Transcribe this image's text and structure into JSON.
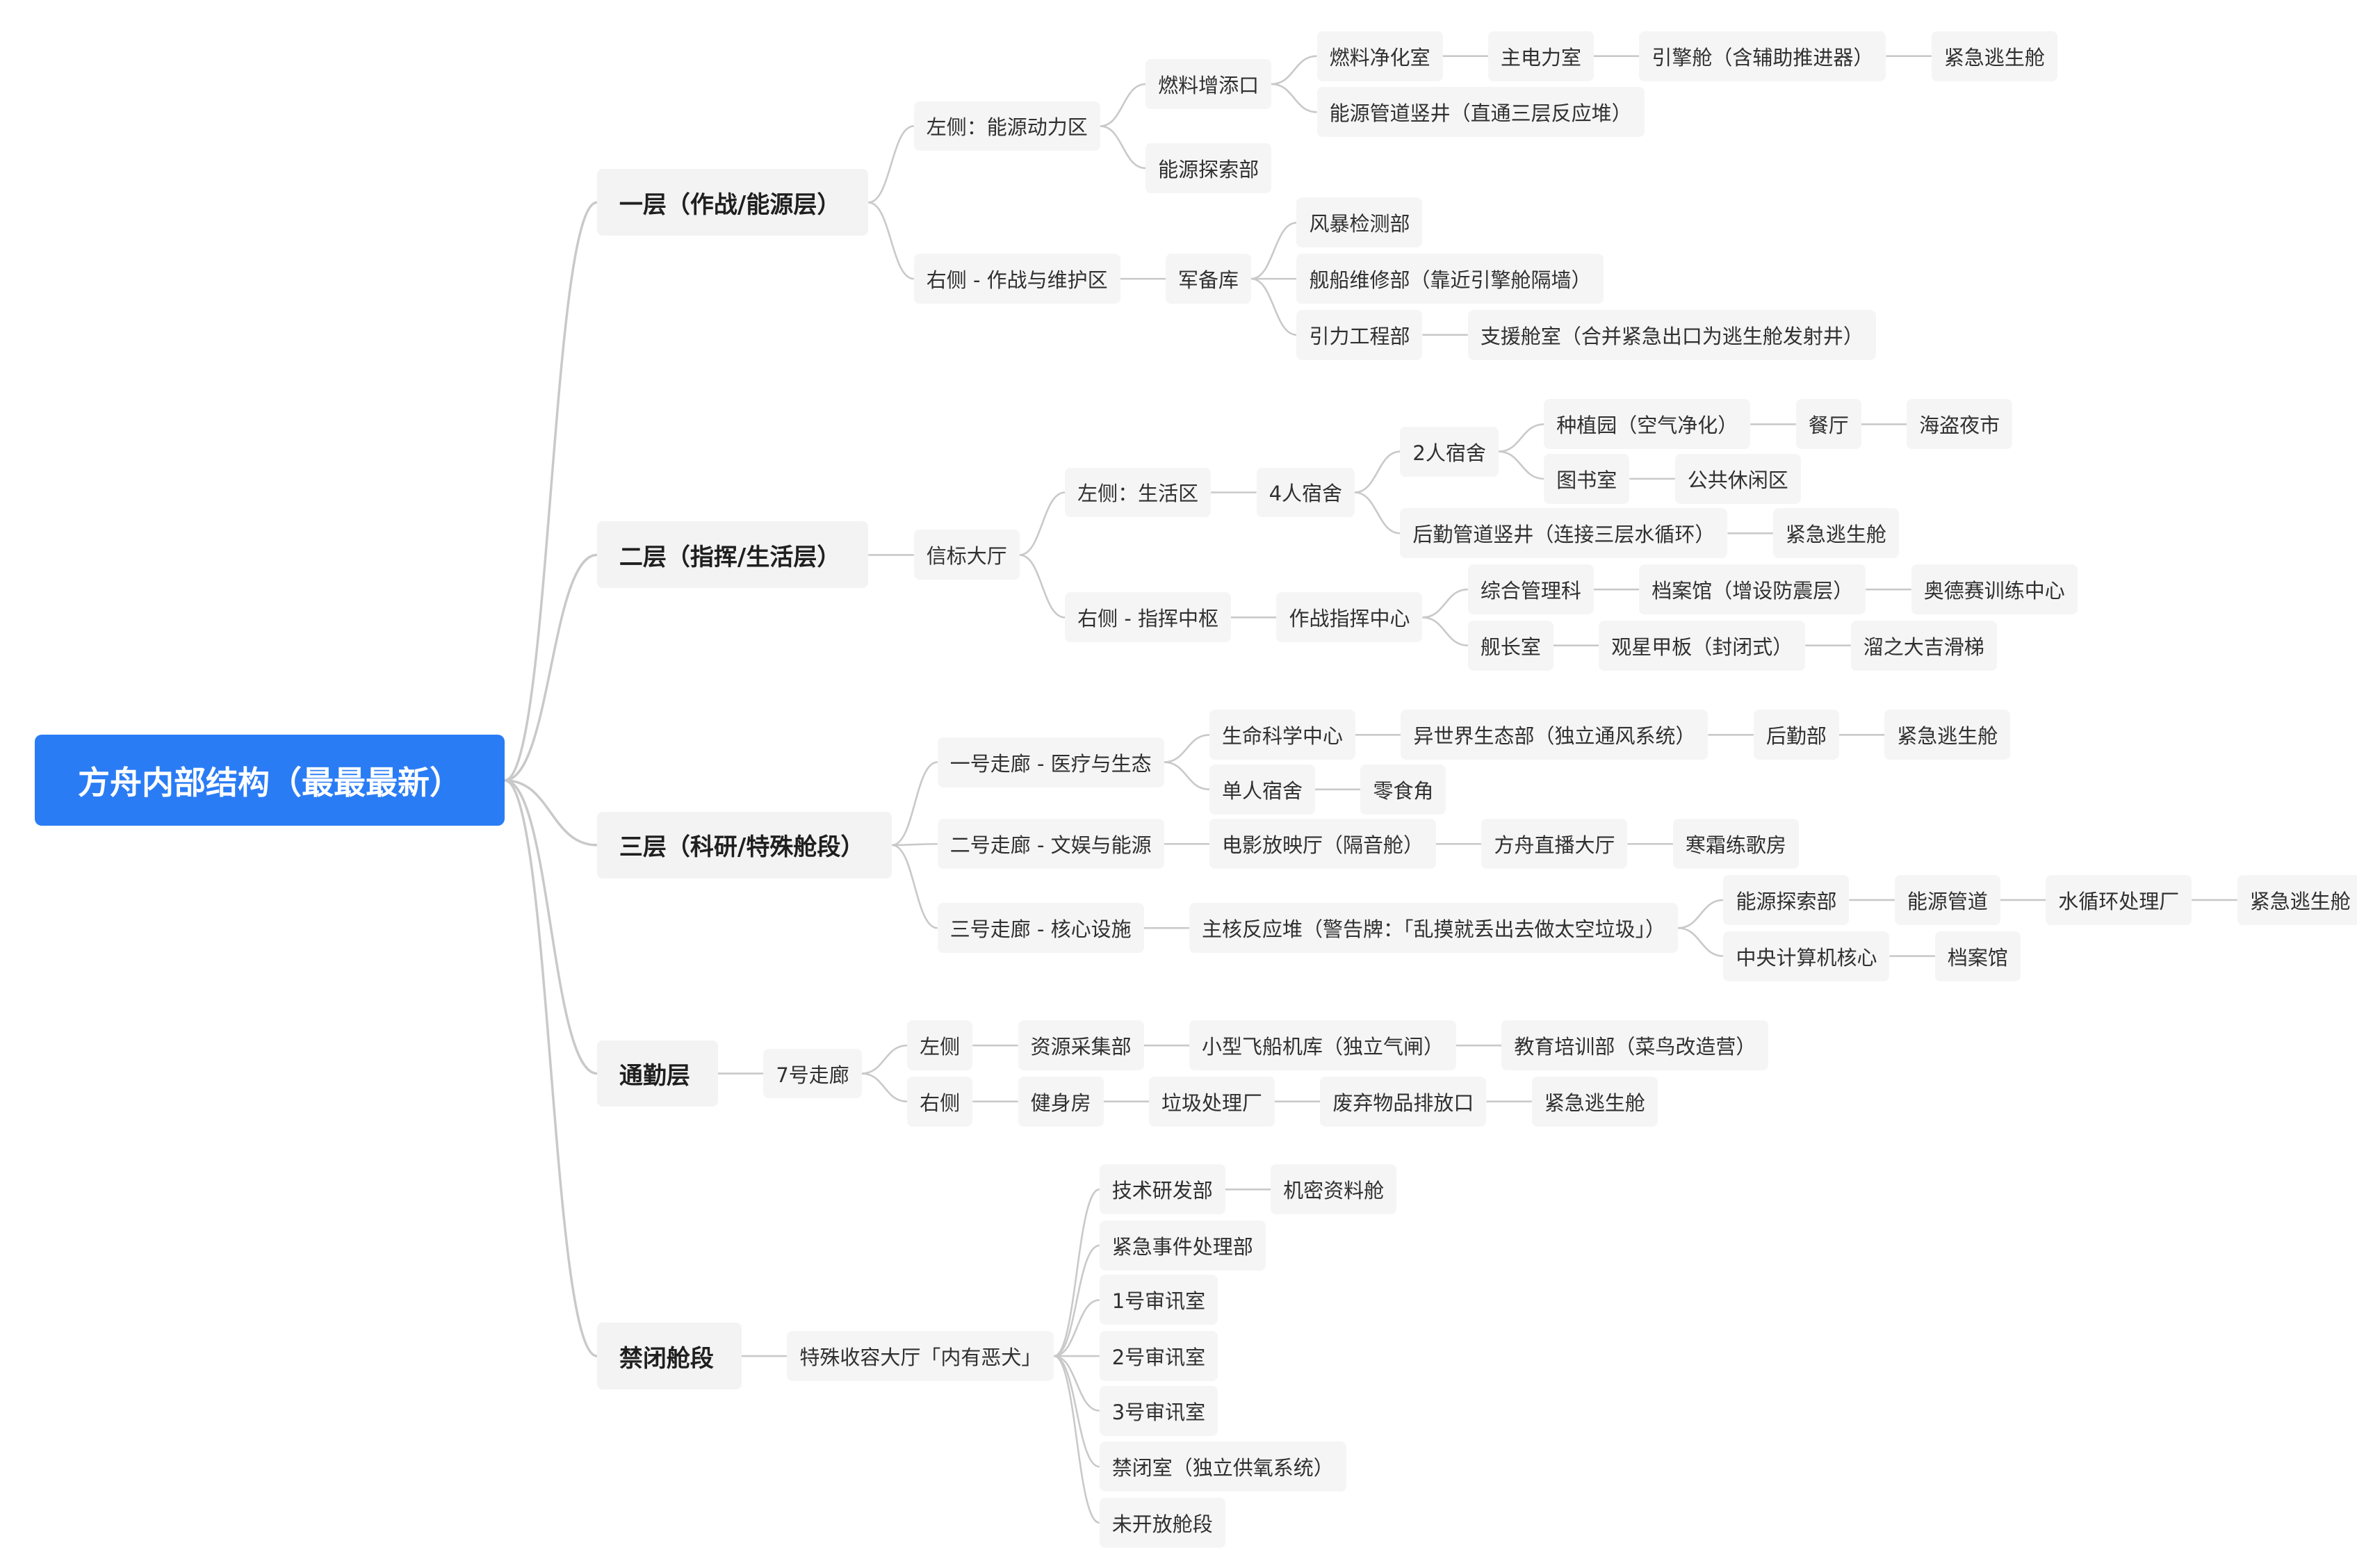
{
  "mindmap": {
    "root": "方舟内部结构（最最最新）",
    "branches": [
      {
        "label": "一层（作战/能源层）",
        "children": [
          {
            "label": "左侧：能源动力区",
            "children": [
              {
                "label": "燃料增添口",
                "children": [
                  {
                    "label": "燃料净化室",
                    "children": [
                      {
                        "label": "主电力室",
                        "children": [
                          {
                            "label": "引擎舱（含辅助推进器）",
                            "children": [
                              {
                                "label": "紧急逃生舱"
                              }
                            ]
                          }
                        ]
                      }
                    ]
                  },
                  {
                    "label": "能源管道竖井（直通三层反应堆）"
                  }
                ]
              },
              {
                "label": "能源探索部"
              }
            ]
          },
          {
            "label": "右侧 - 作战与维护区",
            "children": [
              {
                "label": "军备库",
                "children": [
                  {
                    "label": "风暴检测部"
                  },
                  {
                    "label": "舰船维修部（靠近引擎舱隔墙）"
                  },
                  {
                    "label": "引力工程部",
                    "children": [
                      {
                        "label": "支援舱室（合并紧急出口为逃生舱发射井）"
                      }
                    ]
                  }
                ]
              }
            ]
          }
        ]
      },
      {
        "label": "二层（指挥/生活层）",
        "children": [
          {
            "label": "信标大厅",
            "children": [
              {
                "label": "左侧：生活区",
                "children": [
                  {
                    "label": "4人宿舍",
                    "children": [
                      {
                        "label": "2人宿舍",
                        "children": [
                          {
                            "label": "种植园（空气净化）",
                            "children": [
                              {
                                "label": "餐厅",
                                "children": [
                                  {
                                    "label": "海盗夜市"
                                  }
                                ]
                              }
                            ]
                          },
                          {
                            "label": "图书室",
                            "children": [
                              {
                                "label": "公共休闲区"
                              }
                            ]
                          }
                        ]
                      },
                      {
                        "label": "后勤管道竖井（连接三层水循环）",
                        "children": [
                          {
                            "label": "紧急逃生舱"
                          }
                        ]
                      }
                    ]
                  }
                ]
              },
              {
                "label": "右侧 - 指挥中枢",
                "children": [
                  {
                    "label": "作战指挥中心",
                    "children": [
                      {
                        "label": "综合管理科",
                        "children": [
                          {
                            "label": "档案馆（增设防震层）",
                            "children": [
                              {
                                "label": "奥德赛训练中心"
                              }
                            ]
                          }
                        ]
                      },
                      {
                        "label": "舰长室",
                        "children": [
                          {
                            "label": "观星甲板（封闭式）",
                            "children": [
                              {
                                "label": "溜之大吉滑梯"
                              }
                            ]
                          }
                        ]
                      }
                    ]
                  }
                ]
              }
            ]
          }
        ]
      },
      {
        "label": "三层（科研/特殊舱段）",
        "children": [
          {
            "label": "一号走廊 - 医疗与生态",
            "children": [
              {
                "label": "生命科学中心",
                "children": [
                  {
                    "label": "异世界生态部（独立通风系统）",
                    "children": [
                      {
                        "label": "后勤部",
                        "children": [
                          {
                            "label": "紧急逃生舱"
                          }
                        ]
                      }
                    ]
                  }
                ]
              },
              {
                "label": "单人宿舍",
                "children": [
                  {
                    "label": "零食角"
                  }
                ]
              }
            ]
          },
          {
            "label": "二号走廊 - 文娱与能源",
            "children": [
              {
                "label": "电影放映厅（隔音舱）",
                "children": [
                  {
                    "label": "方舟直播大厅",
                    "children": [
                      {
                        "label": "寒霜练歌房"
                      }
                    ]
                  }
                ]
              }
            ]
          },
          {
            "label": "三号走廊 - 核心设施",
            "children": [
              {
                "label": "主核反应堆（警告牌：「乱摸就丢出去做太空垃圾」）",
                "children": [
                  {
                    "label": "能源探索部",
                    "children": [
                      {
                        "label": "能源管道",
                        "children": [
                          {
                            "label": "水循环处理厂",
                            "children": [
                              {
                                "label": "紧急逃生舱"
                              }
                            ]
                          }
                        ]
                      }
                    ]
                  },
                  {
                    "label": "中央计算机核心",
                    "children": [
                      {
                        "label": "档案馆"
                      }
                    ]
                  }
                ]
              }
            ]
          }
        ]
      },
      {
        "label": "通勤层",
        "children": [
          {
            "label": "7号走廊",
            "children": [
              {
                "label": "左侧",
                "children": [
                  {
                    "label": "资源采集部",
                    "children": [
                      {
                        "label": "小型飞船机库（独立气闸）",
                        "children": [
                          {
                            "label": "教育培训部（菜鸟改造营）"
                          }
                        ]
                      }
                    ]
                  }
                ]
              },
              {
                "label": "右侧",
                "children": [
                  {
                    "label": "健身房",
                    "children": [
                      {
                        "label": "垃圾处理厂",
                        "children": [
                          {
                            "label": "废弃物品排放口",
                            "children": [
                              {
                                "label": "紧急逃生舱"
                              }
                            ]
                          }
                        ]
                      }
                    ]
                  }
                ]
              }
            ]
          }
        ]
      },
      {
        "label": "禁闭舱段",
        "children": [
          {
            "label": "特殊收容大厅「内有恶犬」",
            "children": [
              {
                "label": "技术研发部",
                "children": [
                  {
                    "label": "机密资料舱"
                  }
                ]
              },
              {
                "label": "紧急事件处理部"
              },
              {
                "label": "1号审讯室"
              },
              {
                "label": "2号审讯室"
              },
              {
                "label": "3号审讯室"
              },
              {
                "label": "禁闭室（独立供氧系统）"
              },
              {
                "label": "未开放舱段"
              }
            ]
          }
        ]
      }
    ]
  },
  "colors": {
    "root_bg": "#2a7cf5",
    "root_text": "#ffffff",
    "node_bg": "#f5f5f6",
    "node_text": "#303030",
    "link": "#c9c9c9"
  }
}
